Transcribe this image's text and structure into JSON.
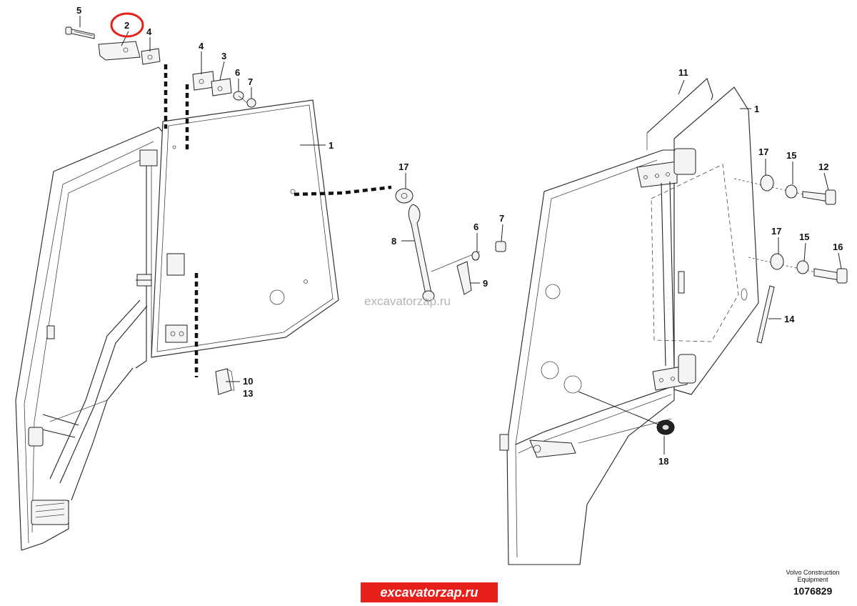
{
  "callouts": {
    "c1a": "1",
    "c1b": "1",
    "c2": "2",
    "c3": "3",
    "c4a": "4",
    "c4b": "4",
    "c5": "5",
    "c6a": "6",
    "c6b": "6",
    "c7a": "7",
    "c7b": "7",
    "c8": "8",
    "c9": "9",
    "c10": "10",
    "c11": "11",
    "c12": "12",
    "c13": "13",
    "c14": "14",
    "c15a": "15",
    "c15b": "15",
    "c16": "16",
    "c17a": "17",
    "c17b": "17",
    "c17c": "17",
    "c18": "18"
  },
  "highlight_color": "#e8201c",
  "watermark": "excavatorzap.ru",
  "brand_banner": "excavatorzap.ru",
  "manufacturer": {
    "line1": "Volvo Construction",
    "line2": "Equipment"
  },
  "drawing_number": "1076829"
}
